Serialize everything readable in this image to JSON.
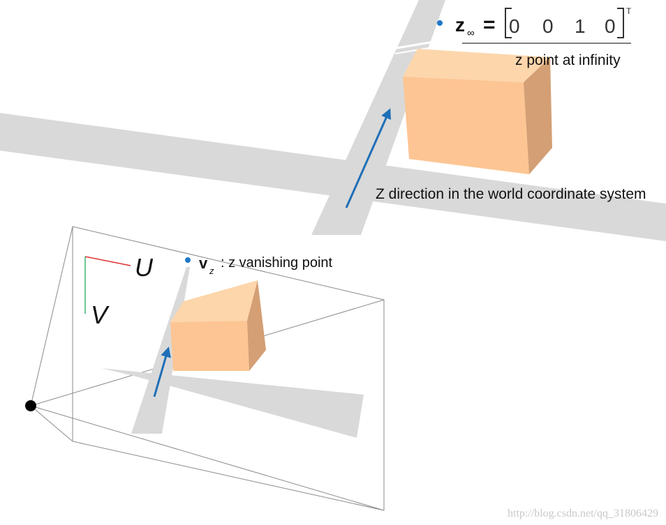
{
  "equation": {
    "symbol": "z",
    "subscript": "∞",
    "equals": "=",
    "entries": [
      "0",
      "0",
      "1",
      "0"
    ],
    "transpose": "T",
    "caption": "z point at infinity"
  },
  "labels": {
    "z_direction": "Z direction in the world coordinate system",
    "vanishing_symbol": "v",
    "vanishing_subscript": "z",
    "vanishing_caption": ": z vanishing point",
    "axis_u": "U",
    "axis_v": "V"
  },
  "watermark": "http://blog.csdn.net/qq_31806429",
  "colors": {
    "arrow": "#1f6fb7",
    "bullet": "#1f78c8",
    "road": "#d9d9d9",
    "box_front": "#fdc593",
    "box_top": "#fdd6ac",
    "box_side": "#d49f74",
    "axis_u": "#e03030",
    "axis_v": "#40b070"
  }
}
